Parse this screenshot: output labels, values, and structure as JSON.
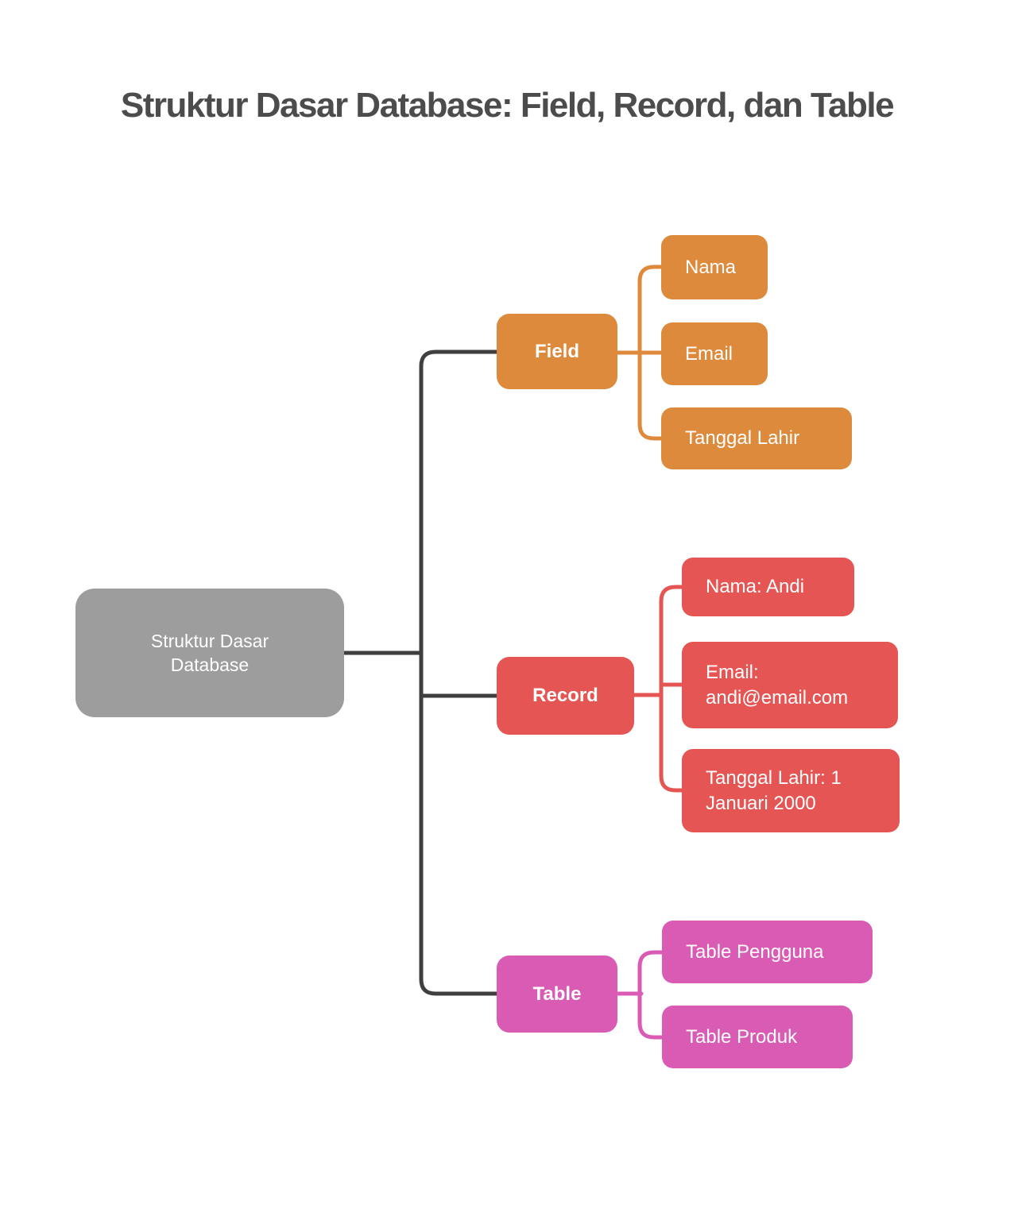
{
  "title": "Struktur Dasar Database: Field, Record, dan Table",
  "root": {
    "label": "Struktur Dasar Database"
  },
  "branches": [
    {
      "label": "Field",
      "children": [
        {
          "label": "Nama"
        },
        {
          "label": "Email"
        },
        {
          "label": "Tanggal Lahir"
        }
      ]
    },
    {
      "label": "Record",
      "children": [
        {
          "label": "Nama: Andi"
        },
        {
          "label": "Email: andi@email.com"
        },
        {
          "label": "Tanggal Lahir: 1 Januari 2000"
        }
      ]
    },
    {
      "label": "Table",
      "children": [
        {
          "label": "Table Pengguna"
        },
        {
          "label": "Table Produk"
        }
      ]
    }
  ],
  "colors": {
    "background": "#ffffff",
    "title_text": "#4c4c4c",
    "root_node": "#9d9d9d",
    "trunk_line": "#3f3f3f",
    "field_branch": "#de8a3c",
    "record_branch": "#e45553",
    "table_branch": "#d95bb4",
    "node_text": "#ffffff"
  }
}
